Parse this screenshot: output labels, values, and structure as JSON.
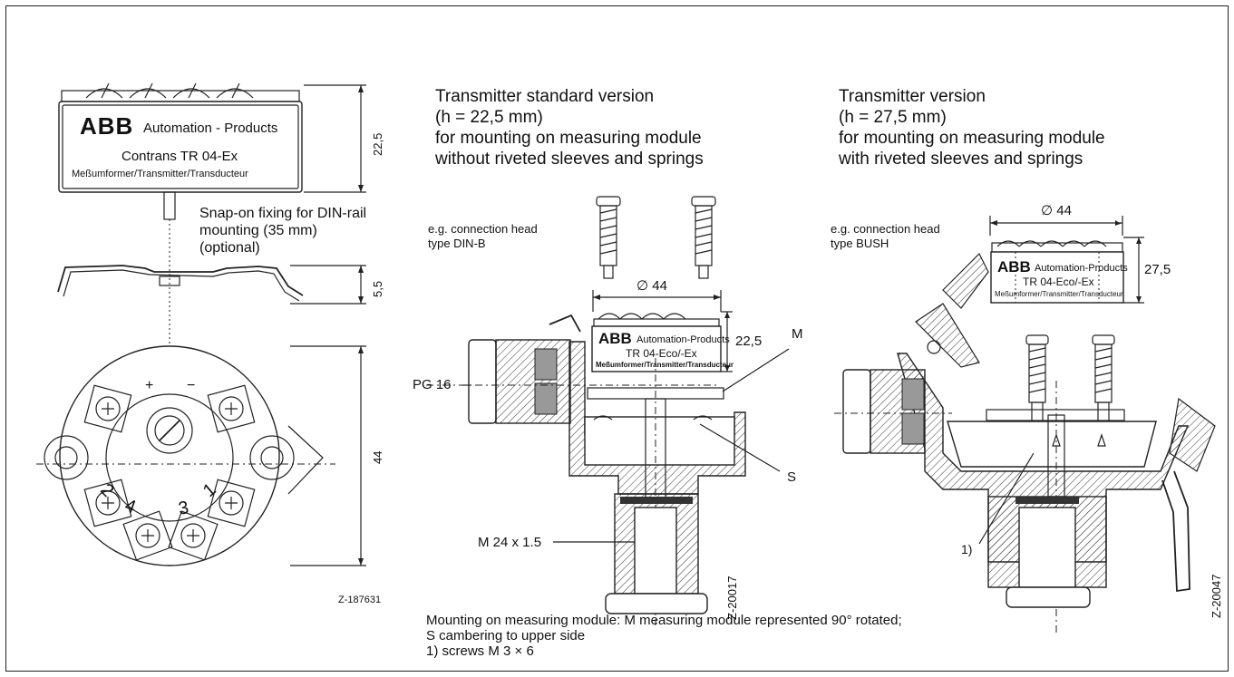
{
  "left_view": {
    "brand": "ABB",
    "brand_sub": "Automation - Products",
    "model": "Contrans TR 04-Ex",
    "subtitle": "Meßumformer/Transmitter/Transducteur",
    "snap_note": "Snap-on fixing for DIN-rail\nmounting (35 mm)\n(optional)",
    "dim_height": "22,5",
    "dim_rail": "5,5",
    "dim_diameter": "44",
    "terminal_plus": "+",
    "terminal_minus": "−",
    "terminal_numbers": [
      "2",
      "4",
      "3",
      "1"
    ],
    "figure_code": "Z-187631"
  },
  "middle_view": {
    "heading": "Transmitter standard version\n(h = 22,5 mm)\nfor mounting on measuring module\nwithout riveted sleeves and springs",
    "connection_head": "e.g. connection head\ntype DIN-B",
    "diameter": "∅ 44",
    "brand": "ABB",
    "brand_sub": "Automation-Products",
    "model": "TR 04-Eco/-Ex",
    "subtitle": "Meßumformer/Transmitter/Transducteur",
    "dim_height": "22,5",
    "label_m": "M",
    "label_s": "S",
    "label_pg": "PG 16",
    "label_thread": "M 24 x 1.5",
    "figure_code": "Z-20017"
  },
  "right_view": {
    "heading": "Transmitter version\n(h = 27,5 mm)\nfor mounting on measuring module\nwith riveted sleeves and springs",
    "connection_head": "e.g. connection head\ntype BUSH",
    "diameter": "∅ 44",
    "brand": "ABB",
    "brand_sub": "Automation-Products",
    "model": "TR 04-Eco/-Ex",
    "subtitle": "Meßumformer/Transmitter/Transducteur",
    "dim_height": "27,5",
    "label_screws": "1)",
    "figure_code": "Z-20047"
  },
  "caption": "Mounting on measuring module: M measuring module represented 90° rotated;\nS cambering to upper side\n1) screws M 3 × 6"
}
